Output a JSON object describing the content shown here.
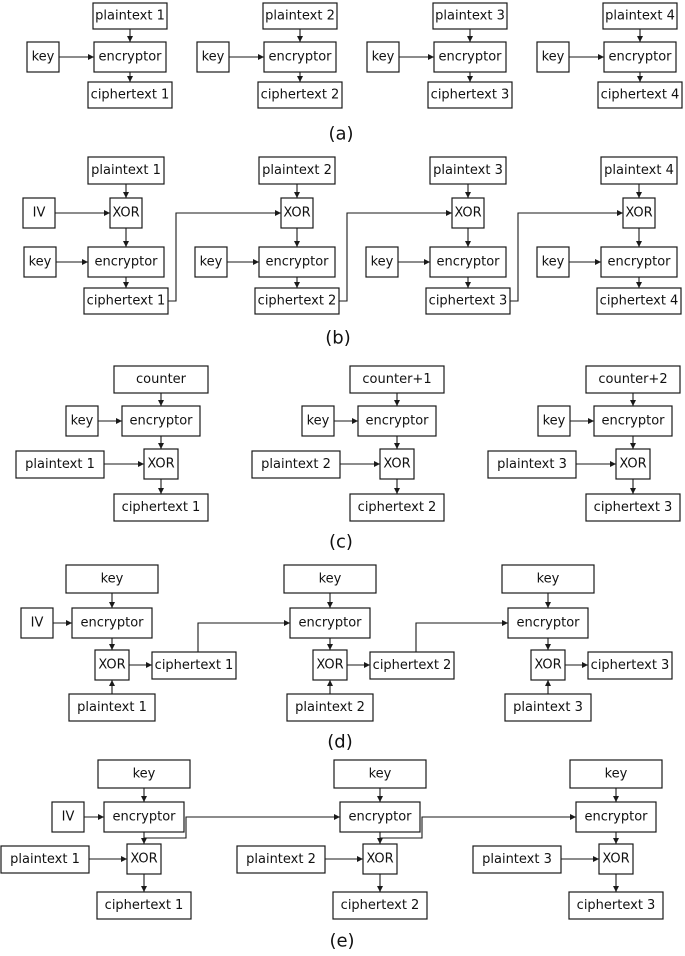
{
  "labels": {
    "key": "key",
    "encryptor": "encryptor",
    "xor": "XOR",
    "iv": "IV",
    "plaintext": [
      "plaintext 1",
      "plaintext 2",
      "plaintext 3",
      "plaintext 4"
    ],
    "ciphertext": [
      "ciphertext 1",
      "ciphertext 2",
      "ciphertext 3",
      "ciphertext 4"
    ],
    "counter": [
      "counter",
      "counter+1",
      "counter+2"
    ]
  },
  "captions": {
    "a": "(a)",
    "b": "(b)",
    "c": "(c)",
    "d": "(d)",
    "e": "(e)"
  }
}
